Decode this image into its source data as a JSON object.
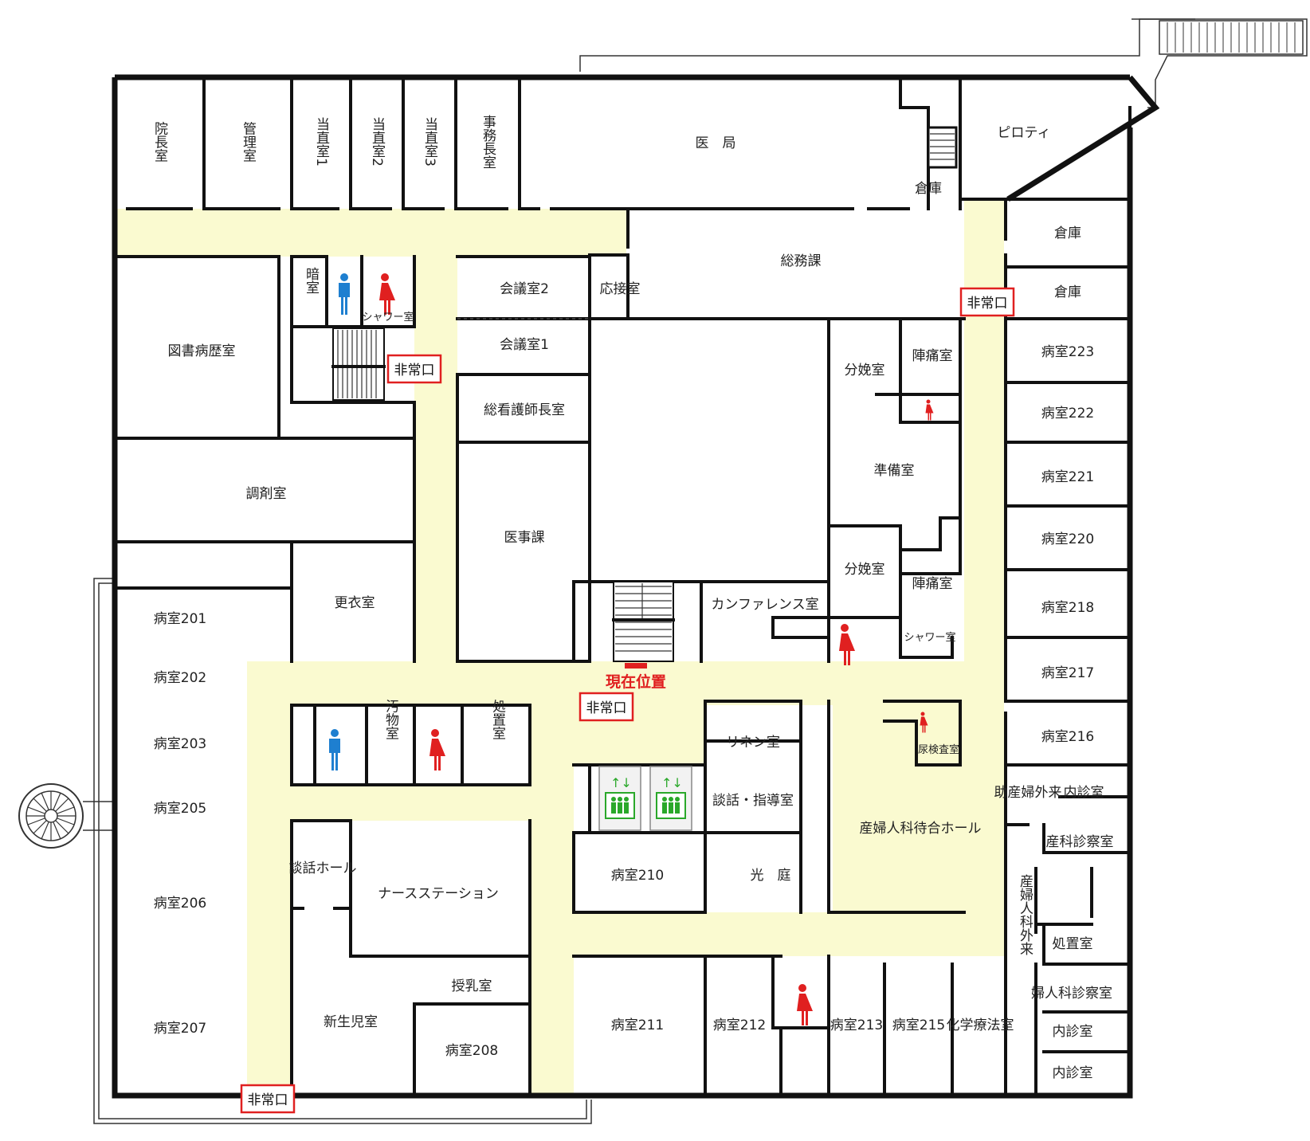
{
  "rooms": {
    "director": "院長室",
    "admin": "管理室",
    "duty1": "当直室1",
    "duty2": "当直室2",
    "duty3": "当直室3",
    "office_chief": "事務長室",
    "medical_office": "医　局",
    "pilotis": "ピロティ",
    "storage_top": "倉庫",
    "general_affairs": "総務課",
    "storage_r1": "倉庫",
    "storage_r2": "倉庫",
    "darkroom": "暗室",
    "shower_top": "シャワー室",
    "meeting2": "会議室2",
    "reception": "応接室",
    "meeting1": "会議室1",
    "library": "図書病歴室",
    "head_nurse": "総看護師長室",
    "pharmacy": "調剤室",
    "medical_affairs": "医事課",
    "delivery1": "分娩室",
    "labor1": "陣痛室",
    "prep": "準備室",
    "delivery2": "分娩室",
    "labor2": "陣痛室",
    "shower_right": "シャワー室",
    "conference": "カンファレンス室",
    "locker": "更衣室",
    "room201": "病室201",
    "room202": "病室202",
    "room203": "病室203",
    "room205": "病室205",
    "room206": "病室206",
    "room207": "病室207",
    "room223": "病室223",
    "room222": "病室222",
    "room221": "病室221",
    "room220": "病室220",
    "room218": "病室218",
    "room217": "病室217",
    "room216": "病室216",
    "dirty": "汚物室",
    "treatment_left": "処置室",
    "linen": "リネン室",
    "urine": "尿検査室",
    "consult_guidance": "談話・指導室",
    "ob_hall": "産婦人科待合ホール",
    "midwife": "助産婦外来",
    "exam_in1": "内診室",
    "ob_exam": "産科診察室",
    "lounge": "談話ホール",
    "nurse_station": "ナースステーション",
    "room210": "病室210",
    "courtyard": "光　庭",
    "obgyn_outpatient": "産婦人科外来",
    "treatment_right": "処置室",
    "gyn_exam": "婦人科診察室",
    "exam_in2": "内診室",
    "exam_in3": "内診室",
    "nursing": "授乳室",
    "newborn": "新生児室",
    "room208": "病室208",
    "room211": "病室211",
    "room212": "病室212",
    "room213": "病室213",
    "room215": "病室215",
    "chemo": "化学療法室"
  },
  "exits": {
    "exit_upper_left": "非常口",
    "exit_right": "非常口",
    "exit_center": "非常口",
    "exit_bottom": "非常口"
  },
  "current_location": "現在位置",
  "icons": [
    "male-toilet-icon",
    "female-toilet-icon",
    "elevator-icon",
    "stairs-icon",
    "spiral-stairs-icon"
  ],
  "colors": {
    "corridor": "#fafad0",
    "exit_border": "#e02020",
    "here_marker": "#e02020",
    "male": "#1e7fd0",
    "female": "#e02020",
    "elevator": "#2aa82a"
  }
}
